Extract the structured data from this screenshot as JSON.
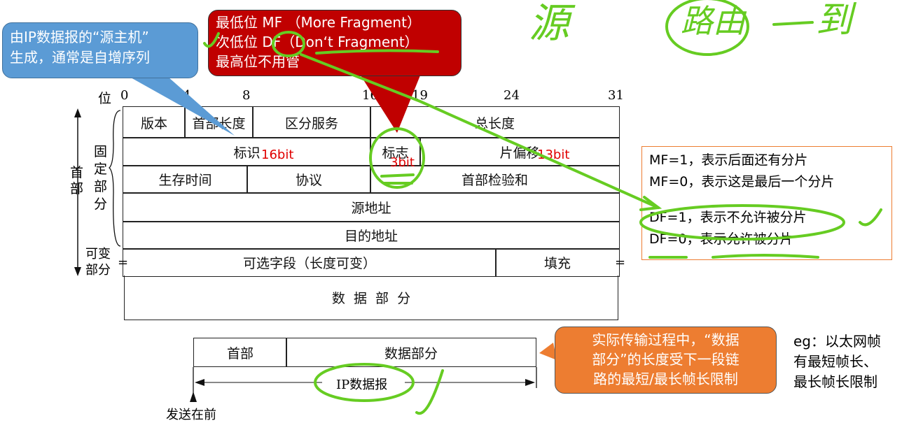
{
  "bit_label": "位",
  "bits": [
    "0",
    "4",
    "8",
    "16",
    "19",
    "24",
    "31"
  ],
  "side": {
    "header": "首部",
    "fixed": "固定部分",
    "variable": "可变部分"
  },
  "rows": {
    "r1": [
      "版本",
      "首部长度",
      "区分服务",
      "总长度"
    ],
    "r2": [
      "标识",
      "标志",
      "片偏移"
    ],
    "r3": [
      "生存时间",
      "协议",
      "首部检验和"
    ],
    "r4": "源地址",
    "r5": "目的地址",
    "r6": [
      "可选字段（长度可变）",
      "填充"
    ],
    "data": "数  据  部  分"
  },
  "annotations": {
    "id_bits": "16bit",
    "flag_bits": "3bit",
    "offset_bits": "13bit"
  },
  "blue_callout": [
    "由IP数据报的“源主机”",
    "生成，通常是自增序列"
  ],
  "red_callout": [
    "最低位 MF （More Fragment）",
    "次低位 DF（Don‘t Fragment）",
    "最高位不用管"
  ],
  "flags_box": [
    "MF=1，表示后面还有分片",
    "MF=0，表示这是最后一个分片",
    "DF=1，表示不允许被分片",
    "DF=0，表示允许被分片"
  ],
  "datagram": {
    "header": "首部",
    "data": "数据部分",
    "label": "IP数据报",
    "send_first": "发送在前"
  },
  "orange_callout": [
    "实际传输过程中，“数据",
    "部分”的长度受下一段链",
    "路的最短/最长帧长限制"
  ],
  "eg_note": [
    "eg：以太网帧",
    "有最短帧长、",
    "最长帧长限制"
  ],
  "handwriting": [
    "源",
    "路由",
    "到"
  ],
  "colors": {
    "blue": "#5b9bd5",
    "red": "#c00000",
    "orange": "#ed7d31",
    "green": "#66cc22"
  }
}
